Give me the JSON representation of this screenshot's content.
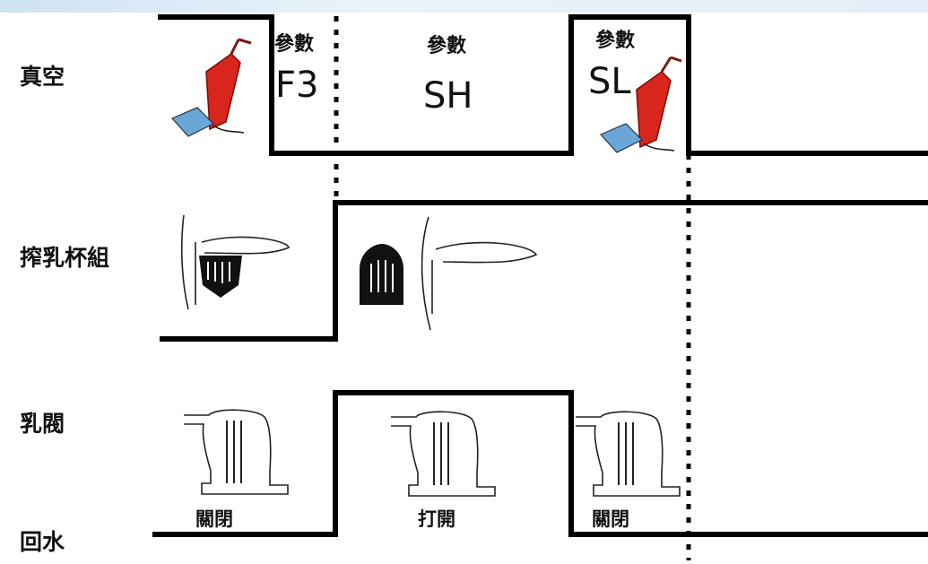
{
  "rows": {
    "vacuum": "真空",
    "milking_cluster": "搾乳杯組",
    "milk_valve": "乳閥",
    "backflush": "回水"
  },
  "params": {
    "f3": {
      "caption": "參數",
      "code": "F3"
    },
    "sh": {
      "caption": "參數",
      "code": "SH"
    },
    "sl": {
      "caption": "參數",
      "code": "SL"
    }
  },
  "valve_states": {
    "closed_1": "關閉",
    "open": "打開",
    "closed_2": "關閉"
  },
  "colors": {
    "vacuum_body": "#d8261c",
    "vacuum_head": "#6aa7d8",
    "top_band": "#dbe9f5"
  }
}
